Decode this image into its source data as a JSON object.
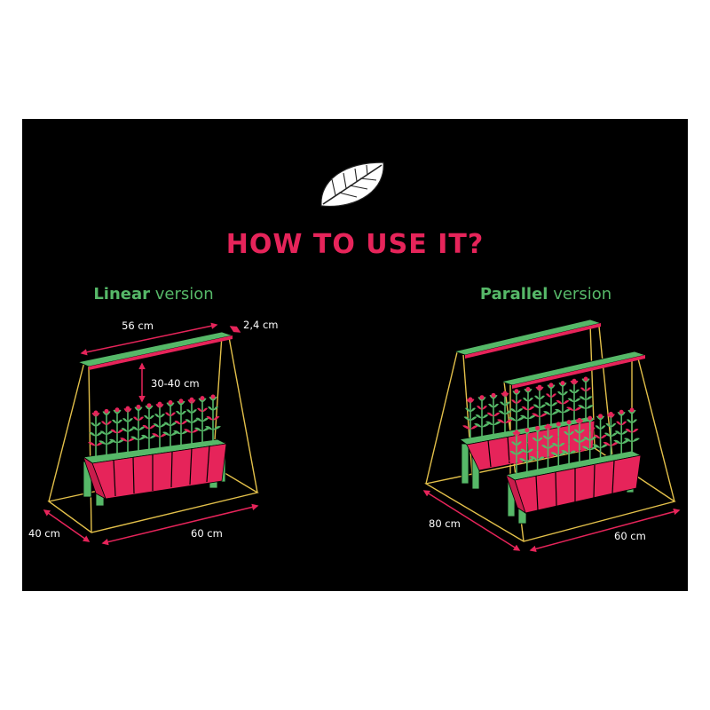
{
  "title": "HOW TO USE IT?",
  "linear": {
    "name": "Linear",
    "suffix": " version",
    "dims": {
      "bar_length": "56 cm",
      "bar_thickness": "2,4 cm",
      "hang_height": "30-40 cm",
      "depth": "40 cm",
      "width": "60 cm"
    }
  },
  "parallel": {
    "name": "Parallel",
    "suffix": " version",
    "dims": {
      "depth": "80 cm",
      "width": "60 cm"
    }
  },
  "colors": {
    "background": "#000000",
    "title": "#e6245a",
    "accent_green": "#56b868",
    "frame_yellow": "#e3c04a",
    "planter_red": "#e6245a",
    "dimension_arrow": "#e6245a",
    "leaf_icon": "#ffffff"
  },
  "icons": {
    "logo": "leaf-icon"
  }
}
